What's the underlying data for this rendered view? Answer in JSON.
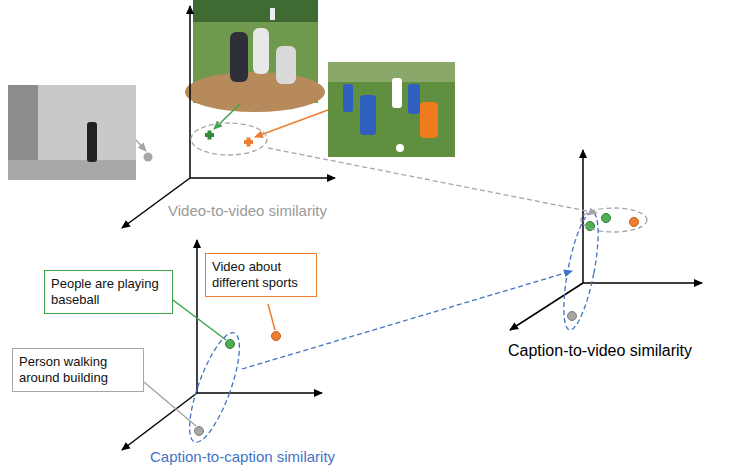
{
  "diagram": {
    "nodes": [
      {
        "text": [
          "People are playing baseball"
        ]
      },
      {
        "text": [
          "Video about different sports"
        ]
      },
      {
        "text": [
          "Person walking around building"
        ]
      }
    ],
    "labels": [
      "Video-to-video similarity",
      "Caption-to-caption similarity",
      "Caption-to-video similarity"
    ]
  }
}
